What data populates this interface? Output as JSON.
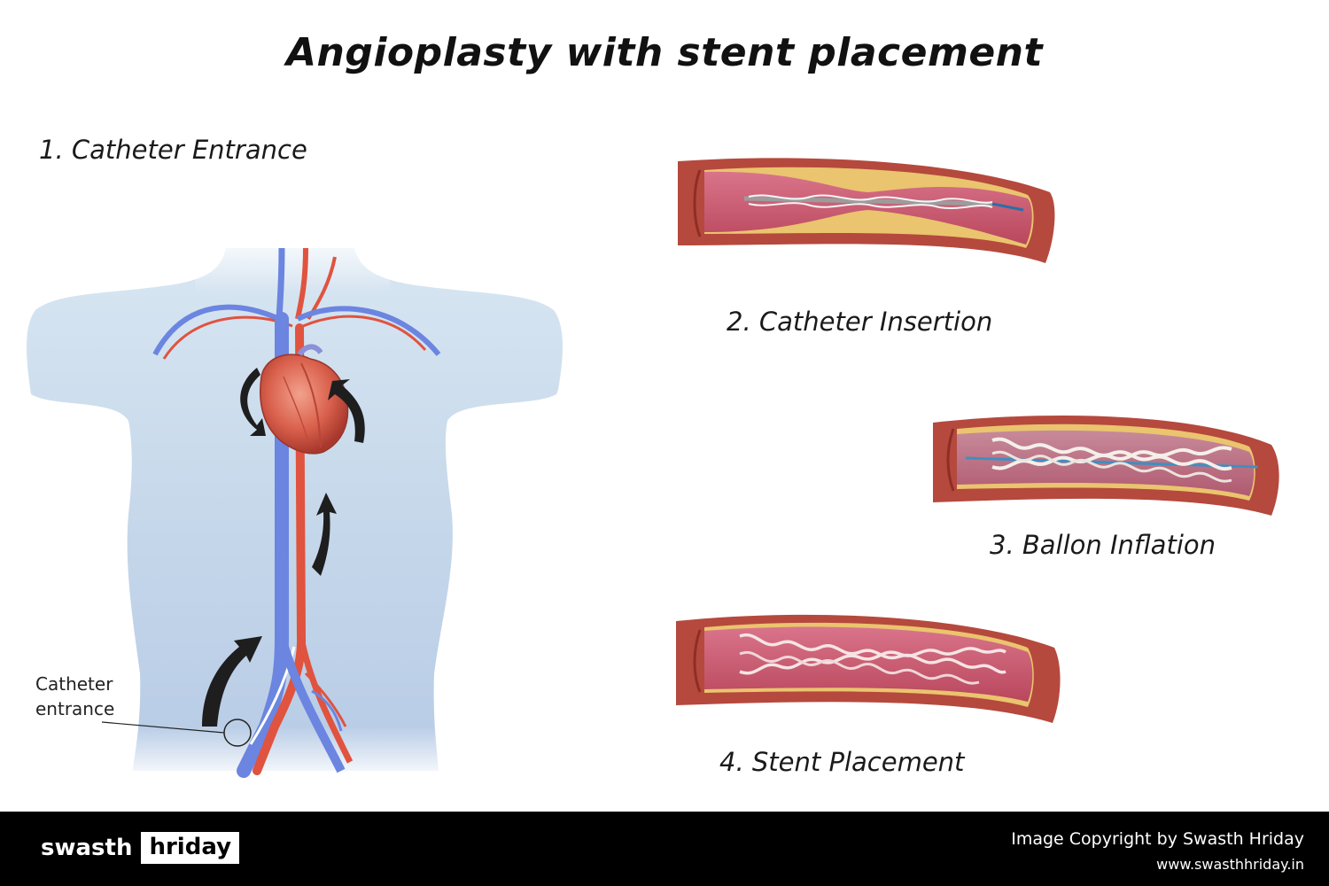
{
  "title": "Angioplasty with stent placement",
  "steps": [
    {
      "label": "1. Catheter Entrance"
    },
    {
      "label": "2. Catheter Insertion"
    },
    {
      "label": "3. Ballon Inflation"
    },
    {
      "label": "4. Stent Placement"
    }
  ],
  "callout": {
    "line1": "Catheter",
    "line2": "entrance"
  },
  "footer": {
    "logo_part1": "swasth",
    "logo_part2": "hriday",
    "copyright": "Image Copyright by Swasth Hriday",
    "website": "www.swasthhriday.in"
  },
  "colors": {
    "artery": "#e0533f",
    "vein": "#6b85e0",
    "plaque": "#eac46e",
    "vessel_wall": "#b5493d",
    "lumen": "#c7546a",
    "body": "#c9daeb",
    "footer_bg": "#000000"
  }
}
